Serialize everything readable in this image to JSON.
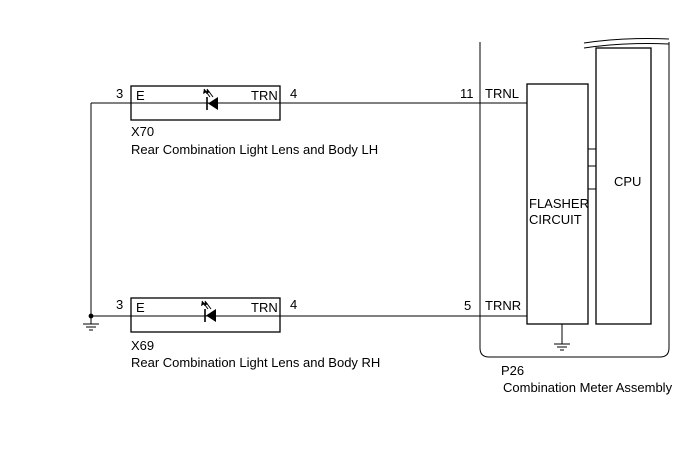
{
  "lh_light": {
    "connector": "X70",
    "name": "Rear Combination Light Lens and Body LH",
    "pin_left": "3",
    "pin_right": "4",
    "term_left": "E",
    "term_right": "TRN"
  },
  "rh_light": {
    "connector": "X69",
    "name": "Rear Combination Light Lens and Body RH",
    "pin_left": "3",
    "pin_right": "4",
    "term_left": "E",
    "term_right": "TRN"
  },
  "meter": {
    "connector": "P26",
    "name": "Combination Meter Assembly",
    "pin_trnl": "11",
    "term_trnl": "TRNL",
    "pin_trnr": "5",
    "term_trnr": "TRNR",
    "flasher_line1": "FLASHER",
    "flasher_line2": "CIRCUIT",
    "cpu": "CPU"
  }
}
